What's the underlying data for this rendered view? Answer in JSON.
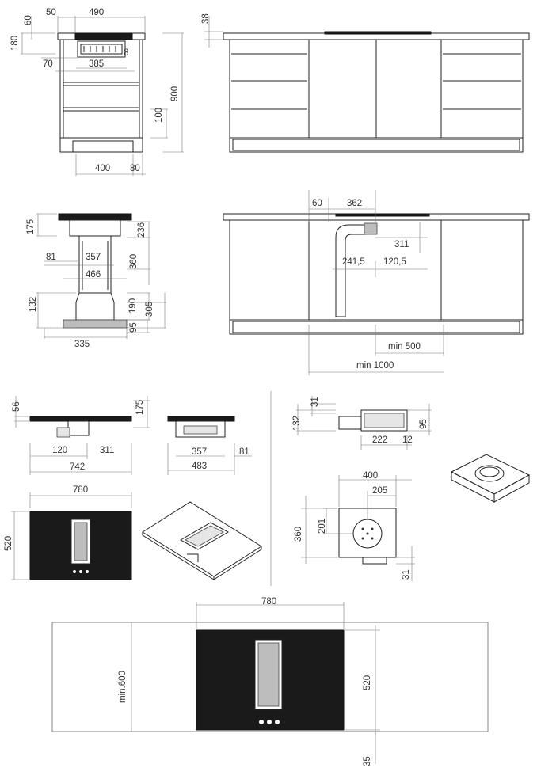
{
  "dimensions": {
    "view_a": {
      "d50": "50",
      "d490": "490",
      "d60": "60",
      "d180": "180",
      "d70": "70",
      "d385": "385",
      "d8": "8",
      "d900": "900",
      "d100": "100",
      "d400": "400",
      "d80": "80"
    },
    "view_b": {
      "d38": "38"
    },
    "view_c": {
      "d175": "175",
      "d236": "236",
      "d81": "81",
      "d357": "357",
      "d360": "360",
      "d466": "466",
      "d132": "132",
      "d190": "190",
      "d305": "305",
      "d95": "95",
      "d335": "335"
    },
    "view_d": {
      "d60": "60",
      "d362": "362",
      "d311": "311",
      "d241": "241,5",
      "d120": "120,5",
      "min500": "min 500",
      "min1000": "min 1000"
    },
    "view_e": {
      "d56": "56",
      "d175": "175",
      "d120": "120",
      "d311": "311",
      "d742": "742"
    },
    "view_f": {
      "d357": "357",
      "d81": "81",
      "d483": "483"
    },
    "view_g": {
      "d31": "31",
      "d132": "132",
      "d95": "95",
      "d222": "222",
      "d12": "12"
    },
    "view_h": {
      "d780": "780",
      "d520": "520"
    },
    "view_i": {
      "d400": "400",
      "d205": "205",
      "d360": "360",
      "d201": "201",
      "d31": "31"
    },
    "view_j": {
      "d780": "780",
      "min600": "min.600",
      "d520": "520",
      "d35": "35"
    }
  }
}
